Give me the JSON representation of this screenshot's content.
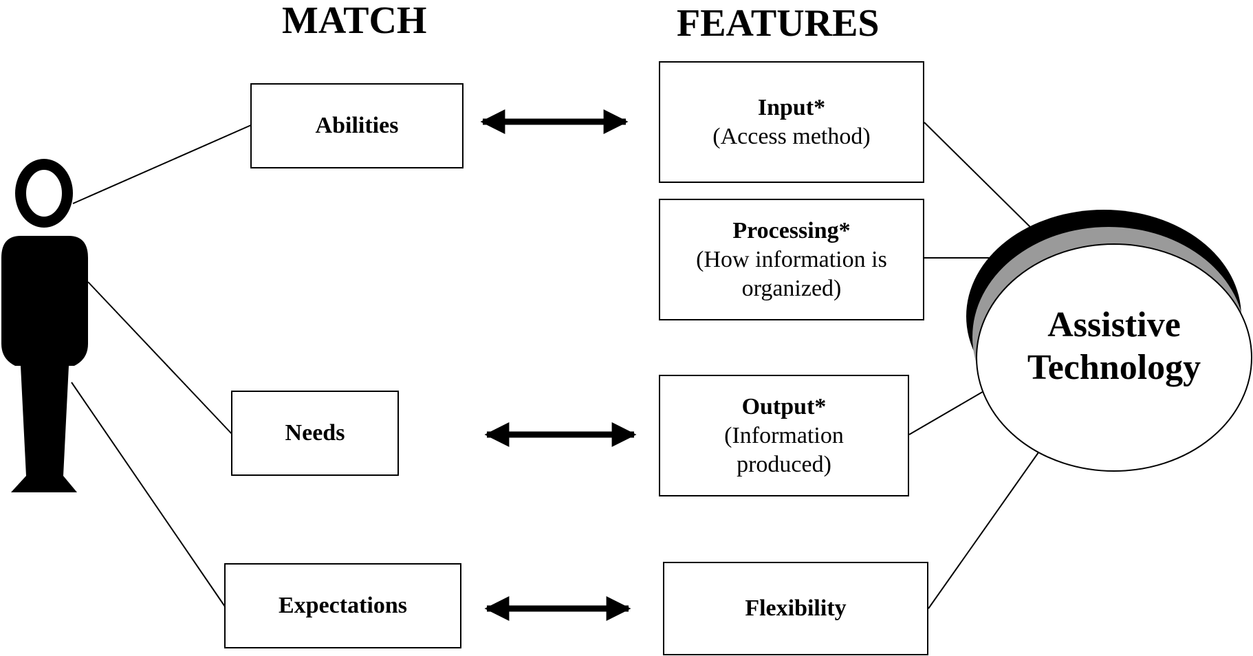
{
  "headings": {
    "match": "MATCH",
    "features": "FEATURES"
  },
  "match_items": {
    "abilities": "Abilities",
    "needs": "Needs",
    "expectations": "Expectations"
  },
  "feature_items": {
    "input": {
      "title": "Input*",
      "subtitle": "(Access method)"
    },
    "processing": {
      "title": "Processing*",
      "subtitle_line1": "(How information is",
      "subtitle_line2": "organized)"
    },
    "output": {
      "title": "Output*",
      "subtitle_line1": "(Information",
      "subtitle_line2": "produced)"
    },
    "flexibility": {
      "title": "Flexibility"
    }
  },
  "technology": {
    "line1": "Assistive",
    "line2": "Technology"
  },
  "icons": [
    "person-icon",
    "double-arrow-icon"
  ],
  "colors": {
    "line": "#000000",
    "shadow_dark": "#000000",
    "shadow_gray": "#9a9a9a",
    "background": "#ffffff"
  }
}
